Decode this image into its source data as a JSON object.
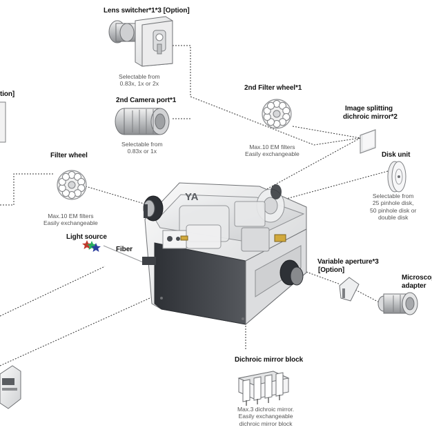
{
  "labels": {
    "lens_switcher": "Lens switcher*1*3 [Option]",
    "camera_port": "2nd Camera port*1",
    "filter_wheel_2": "2nd Filter wheel*1",
    "image_splitting_1": "Image splitting",
    "image_splitting_2": "dichroic mirror*2",
    "disk_unit": "Disk unit",
    "filter_wheel": "Filter wheel",
    "light_source": "Light source",
    "fiber": "Fiber",
    "variable_aperture_1": "Variable aperture*3",
    "variable_aperture_2": "[Option]",
    "microscope_adapter_1": "Microscop",
    "microscope_adapter_2": "adapter",
    "dichroic_block": "Dichroic mirror block",
    "left_option_partial": "tion]"
  },
  "descriptions": {
    "lens_switcher": [
      "Selectable from",
      "0.83x, 1x or 2x"
    ],
    "camera_port": [
      "Selectable from",
      "0.83x or 1x"
    ],
    "filter_wheel_2": [
      "Max.10 EM filters",
      "Easily exchangeable"
    ],
    "disk_unit": [
      "Selectable from",
      "25 pinhole disk,",
      "50 pinhole disk or",
      "double disk"
    ],
    "filter_wheel": [
      "Max.10 EM filters",
      "Easily exchangeable"
    ],
    "dichroic_block": [
      "Max.3 dichroic mirror.",
      "Easily exchangeable",
      "dichroic mirror block"
    ]
  },
  "device": {
    "logo_text": "YA"
  },
  "colors": {
    "label": "#111111",
    "description": "#555555",
    "connector": "#333333",
    "housing_dark": "#3a3d42",
    "housing_light": "#e4e5e6",
    "star_red": "#c0392b",
    "star_green": "#27ae60",
    "star_blue": "#2c3e9e"
  }
}
